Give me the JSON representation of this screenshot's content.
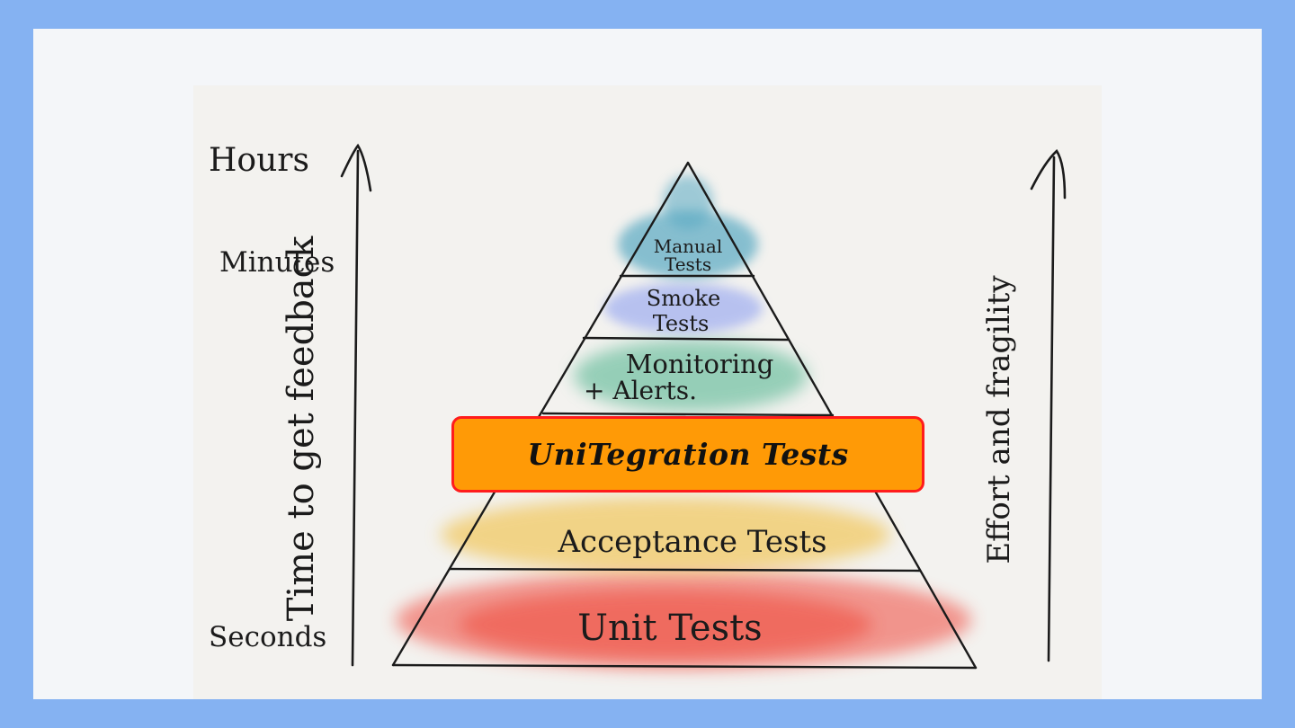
{
  "time_axis": {
    "title": "Time to get feedback",
    "top": "Hours",
    "middle": "Minutes",
    "bottom": "Seconds"
  },
  "effort_axis": {
    "title": "Effort and fragility"
  },
  "pyramid": {
    "layers": [
      {
        "label_line1": "Manual",
        "label_line2": "Tests",
        "color": "#58a9c2"
      },
      {
        "label_line1": "Smoke",
        "label_line2": "Tests",
        "color": "#a9b6f0"
      },
      {
        "label_line1": "Monitoring",
        "label_line2": "+ Alerts.",
        "color": "#6ec0a0"
      },
      {
        "label_line1": "Acceptance Tests",
        "color": "#f1c65a"
      },
      {
        "label_line1": "Unit Tests",
        "color": "#f04a3c"
      }
    ]
  },
  "callout": {
    "label": "UniTegration Tests",
    "fill": "#ff9a06",
    "border": "#ff1c1c"
  }
}
